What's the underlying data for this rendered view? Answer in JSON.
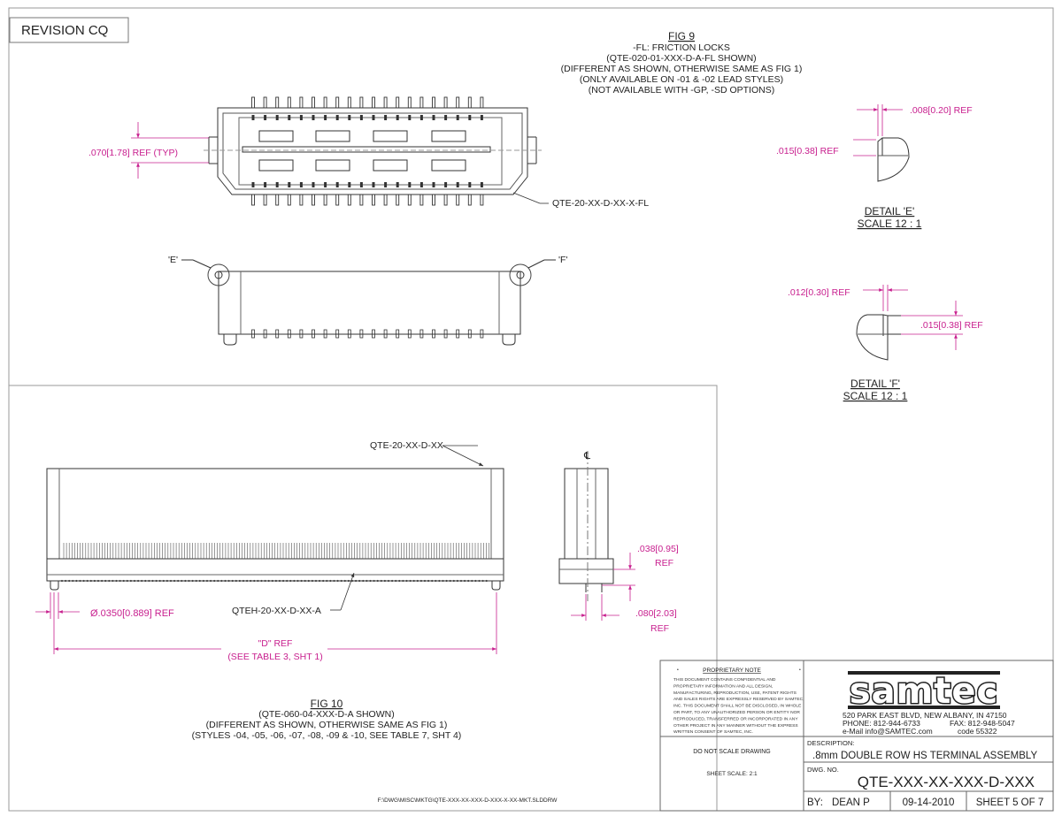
{
  "revision": "REVISION CQ",
  "fig9": {
    "title": "FIG 9",
    "notes": [
      "-FL: FRICTION LOCKS",
      "(QTE-020-01-XXX-D-A-FL SHOWN)",
      "(DIFFERENT AS SHOWN, OTHERWISE SAME AS FIG 1)",
      "(ONLY AVAILABLE ON -01 & -02 LEAD STYLES)",
      "(NOT AVAILABLE WITH -GP, -SD OPTIONS)"
    ],
    "dim_ref": ".070[1.78] REF (TYP)",
    "part_label": "QTE-20-XX-D-XX-X-FL",
    "detail_e_marker": "'E'",
    "detail_f_marker": "'F'"
  },
  "detail_e": {
    "dim_top": ".008[0.20] REF",
    "dim_side": ".015[0.38] REF",
    "title": "DETAIL 'E'",
    "scale": "SCALE 12 : 1"
  },
  "detail_f": {
    "dim_top": ".012[0.30] REF",
    "dim_side": ".015[0.38] REF",
    "title": "DETAIL 'F'",
    "scale": "SCALE 12 : 1"
  },
  "fig10": {
    "top_label": "QTE-20-XX-D-XX",
    "bottom_label": "QTEH-20-XX-D-XX-A",
    "dia_dim": "Ø.0350[0.889] REF",
    "d_ref": "\"D\" REF",
    "d_ref_note": "(SEE TABLE 3, SHT 1)",
    "side_dim_top": ".038[0.95]",
    "side_dim_top_ref": "REF",
    "side_dim_bottom": ".080[2.03]",
    "side_dim_bottom_ref": "REF",
    "centerline": "℄",
    "title": "FIG 10",
    "notes": [
      "(QTE-060-04-XXX-D-A SHOWN)",
      "(DIFFERENT AS SHOWN, OTHERWISE SAME AS FIG 1)",
      "(STYLES -04, -05, -06, -07, -08, -09 & -10, SEE TABLE 7, SHT 4)"
    ]
  },
  "file_path": "F:\\DWG\\MISC\\MKTG\\QTE-XXX-XX-XXX-D-XXX-X-XX-MKT.SLDDRW",
  "title_block": {
    "proprietary_title": "PROPRIETARY NOTE",
    "proprietary_text": [
      "THIS DOCUMENT CONTAINS CONFIDENTIAL AND",
      "PROPRIETARY INFORMATION AND ALL DESIGN,",
      "MANUFACTURING, REPRODUCTION, USE, PATENT RIGHTS",
      "AND SALES RIGHTS ARE EXPRESSLY RESERVED BY SAMTEC,",
      "INC. THIS DOCUMENT SHALL NOT BE DISCLOSED, IN WHOLE",
      "OR PART, TO ANY UNAUTHORIZED PERSON OR ENTITY NOR",
      "REPRODUCED, TRANSFERRED OR INCORPORATED IN ANY",
      "OTHER PROJECT IN ANY MANNER WITHOUT THE EXPRESS",
      "WRITTEN CONSENT OF SAMTEC, INC."
    ],
    "logo_text": "samtec",
    "address": "520 PARK EAST BLVD, NEW ALBANY, IN 47150",
    "phone": "PHONE: 812-944-6733",
    "fax": "FAX: 812-948-5047",
    "email": "e-Mail  info@SAMTEC.com",
    "code": "code  55322",
    "do_not_scale": "DO NOT SCALE DRAWING",
    "sheet_scale": "SHEET SCALE: 2:1",
    "description_label": "DESCRIPTION:",
    "description": ".8mm DOUBLE ROW HS TERMINAL ASSEMBLY",
    "dwg_no_label": "DWG. NO.",
    "dwg_no": "QTE-XXX-XX-XXX-D-XXX",
    "by_label": "BY:",
    "by_name": "DEAN P",
    "date": "09-14-2010",
    "sheet": "SHEET 5 OF 7"
  },
  "colors": {
    "dimension": "#c8208f",
    "linework": "#333333"
  }
}
